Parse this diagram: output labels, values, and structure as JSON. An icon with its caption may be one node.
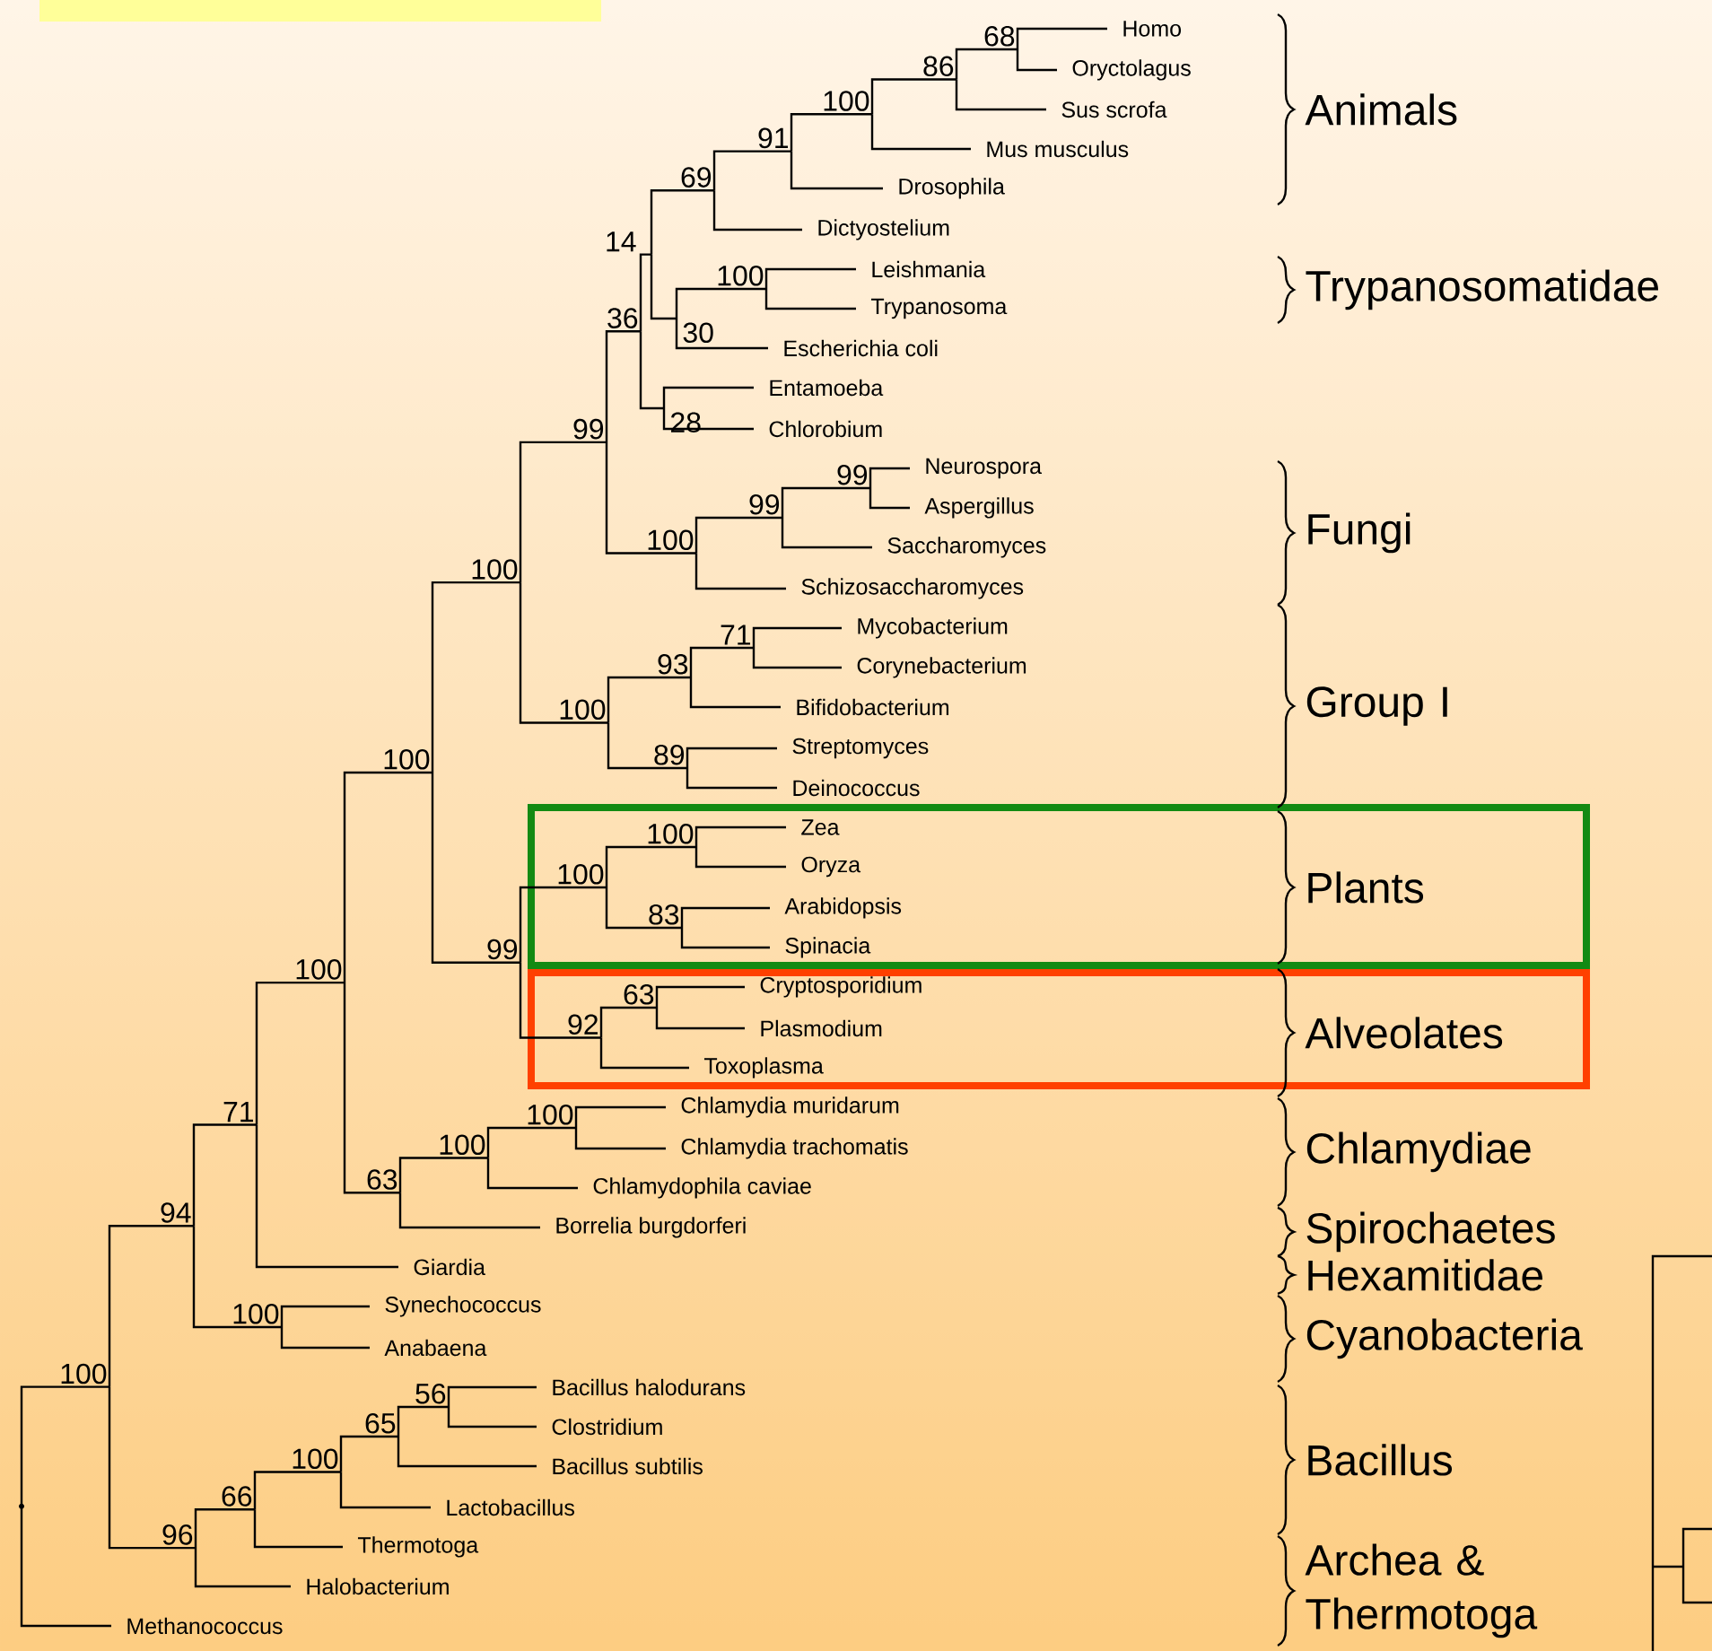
{
  "diagram": {
    "nodes": [
      {
        "text": [
          "Homo"
        ]
      },
      {
        "text": [
          "Oryctolagus"
        ]
      },
      {
        "text": [
          "Sus scrofa"
        ]
      },
      {
        "text": [
          "Mus musculus"
        ]
      },
      {
        "text": [
          "Drosophila"
        ]
      },
      {
        "text": [
          "Dictyostelium"
        ]
      },
      {
        "text": [
          "Leishmania"
        ]
      },
      {
        "text": [
          "Trypanosoma"
        ]
      },
      {
        "text": [
          "Escherichia coli"
        ]
      },
      {
        "text": [
          "Entamoeba"
        ]
      },
      {
        "text": [
          "Chlorobium"
        ]
      },
      {
        "text": [
          "Neurospora"
        ]
      },
      {
        "text": [
          "Aspergillus"
        ]
      },
      {
        "text": [
          "Saccharomyces"
        ]
      },
      {
        "text": [
          "Schizosaccharomyces"
        ]
      },
      {
        "text": [
          "Mycobacterium"
        ]
      },
      {
        "text": [
          "Corynebacterium"
        ]
      },
      {
        "text": [
          "Bifidobacterium"
        ]
      },
      {
        "text": [
          "Streptomyces"
        ]
      },
      {
        "text": [
          "Deinococcus"
        ]
      },
      {
        "text": [
          "Zea"
        ]
      },
      {
        "text": [
          "Oryza"
        ]
      },
      {
        "text": [
          "Arabidopsis"
        ]
      },
      {
        "text": [
          "Spinacia"
        ]
      },
      {
        "text": [
          "Cryptosporidium"
        ]
      },
      {
        "text": [
          "Plasmodium"
        ]
      },
      {
        "text": [
          "Toxoplasma"
        ]
      },
      {
        "text": [
          "Chlamydia muridarum"
        ]
      },
      {
        "text": [
          "Chlamydia trachomatis"
        ]
      },
      {
        "text": [
          "Chlamydophila caviae"
        ]
      },
      {
        "text": [
          "Borrelia burgdorferi"
        ]
      },
      {
        "text": [
          "Giardia"
        ]
      },
      {
        "text": [
          "Synechococcus"
        ]
      },
      {
        "text": [
          "Anabaena"
        ]
      },
      {
        "text": [
          "Bacillus halodurans"
        ]
      },
      {
        "text": [
          "Clostridium"
        ]
      },
      {
        "text": [
          "Bacillus subtilis"
        ]
      },
      {
        "text": [
          "Lactobacillus"
        ]
      },
      {
        "text": [
          "Thermotoga"
        ]
      },
      {
        "text": [
          "Halobacterium"
        ]
      },
      {
        "text": [
          "Methanococcus"
        ]
      },
      {
        "text": [
          "68"
        ]
      },
      {
        "text": [
          "86"
        ]
      },
      {
        "text": [
          "100"
        ]
      },
      {
        "text": [
          "91"
        ]
      },
      {
        "text": [
          "69"
        ]
      },
      {
        "text": [
          "100"
        ]
      },
      {
        "text": [
          "30"
        ]
      },
      {
        "text": [
          "14"
        ]
      },
      {
        "text": [
          "28"
        ]
      },
      {
        "text": [
          "36"
        ]
      },
      {
        "text": [
          "99"
        ]
      },
      {
        "text": [
          "99"
        ]
      },
      {
        "text": [
          "100"
        ]
      },
      {
        "text": [
          "99"
        ]
      },
      {
        "text": [
          "71"
        ]
      },
      {
        "text": [
          "93"
        ]
      },
      {
        "text": [
          "89"
        ]
      },
      {
        "text": [
          "100"
        ]
      },
      {
        "text": [
          "100"
        ]
      },
      {
        "text": [
          "100"
        ]
      },
      {
        "text": [
          "83"
        ]
      },
      {
        "text": [
          "100"
        ]
      },
      {
        "text": [
          "63"
        ]
      },
      {
        "text": [
          "92"
        ]
      },
      {
        "text": [
          "99"
        ]
      },
      {
        "text": [
          "100"
        ]
      },
      {
        "text": [
          "100"
        ]
      },
      {
        "text": [
          "100"
        ]
      },
      {
        "text": [
          "63"
        ]
      },
      {
        "text": [
          "100"
        ]
      },
      {
        "text": [
          "71"
        ]
      },
      {
        "text": [
          "100"
        ]
      },
      {
        "text": [
          "94"
        ]
      },
      {
        "text": [
          "56"
        ]
      },
      {
        "text": [
          "65"
        ]
      },
      {
        "text": [
          "100"
        ]
      },
      {
        "text": [
          "66"
        ]
      },
      {
        "text": [
          "96"
        ]
      },
      {
        "text": [
          "100"
        ]
      },
      {
        "text": [],
        "shape": "dot"
      }
    ],
    "edges": [
      {
        "from": 41,
        "to": 0,
        "arrow": "none"
      },
      {
        "from": 41,
        "to": 1,
        "arrow": "none"
      },
      {
        "from": 42,
        "to": 41,
        "arrow": "none"
      },
      {
        "from": 42,
        "to": 2,
        "arrow": "none"
      },
      {
        "from": 43,
        "to": 42,
        "arrow": "none"
      },
      {
        "from": 43,
        "to": 3,
        "arrow": "none"
      },
      {
        "from": 44,
        "to": 43,
        "arrow": "none"
      },
      {
        "from": 44,
        "to": 4,
        "arrow": "none"
      },
      {
        "from": 45,
        "to": 44,
        "arrow": "none"
      },
      {
        "from": 45,
        "to": 5,
        "arrow": "none"
      },
      {
        "from": 46,
        "to": 6,
        "arrow": "none"
      },
      {
        "from": 46,
        "to": 7,
        "arrow": "none"
      },
      {
        "from": 47,
        "to": 46,
        "arrow": "none"
      },
      {
        "from": 47,
        "to": 8,
        "arrow": "none"
      },
      {
        "from": 48,
        "to": 45,
        "arrow": "none"
      },
      {
        "from": 48,
        "to": 47,
        "arrow": "none"
      },
      {
        "from": 49,
        "to": 9,
        "arrow": "none"
      },
      {
        "from": 49,
        "to": 10,
        "arrow": "none"
      },
      {
        "from": 50,
        "to": 48,
        "arrow": "none"
      },
      {
        "from": 50,
        "to": 49,
        "arrow": "none"
      },
      {
        "from": 51,
        "to": 11,
        "arrow": "none"
      },
      {
        "from": 51,
        "to": 12,
        "arrow": "none"
      },
      {
        "from": 52,
        "to": 51,
        "arrow": "none"
      },
      {
        "from": 52,
        "to": 13,
        "arrow": "none"
      },
      {
        "from": 53,
        "to": 52,
        "arrow": "none"
      },
      {
        "from": 53,
        "to": 14,
        "arrow": "none"
      },
      {
        "from": 54,
        "to": 50,
        "arrow": "none"
      },
      {
        "from": 54,
        "to": 53,
        "arrow": "none"
      },
      {
        "from": 55,
        "to": 15,
        "arrow": "none"
      },
      {
        "from": 55,
        "to": 16,
        "arrow": "none"
      },
      {
        "from": 56,
        "to": 55,
        "arrow": "none"
      },
      {
        "from": 56,
        "to": 17,
        "arrow": "none"
      },
      {
        "from": 57,
        "to": 18,
        "arrow": "none"
      },
      {
        "from": 57,
        "to": 19,
        "arrow": "none"
      },
      {
        "from": 58,
        "to": 56,
        "arrow": "none"
      },
      {
        "from": 58,
        "to": 57,
        "arrow": "none"
      },
      {
        "from": 59,
        "to": 54,
        "arrow": "none"
      },
      {
        "from": 59,
        "to": 58,
        "arrow": "none"
      },
      {
        "from": 60,
        "to": 20,
        "arrow": "none"
      },
      {
        "from": 60,
        "to": 21,
        "arrow": "none"
      },
      {
        "from": 61,
        "to": 22,
        "arrow": "none"
      },
      {
        "from": 61,
        "to": 23,
        "arrow": "none"
      },
      {
        "from": 62,
        "to": 60,
        "arrow": "none"
      },
      {
        "from": 62,
        "to": 61,
        "arrow": "none"
      },
      {
        "from": 63,
        "to": 24,
        "arrow": "none"
      },
      {
        "from": 63,
        "to": 25,
        "arrow": "none"
      },
      {
        "from": 64,
        "to": 63,
        "arrow": "none"
      },
      {
        "from": 64,
        "to": 26,
        "arrow": "none"
      },
      {
        "from": 65,
        "to": 62,
        "arrow": "none"
      },
      {
        "from": 65,
        "to": 64,
        "arrow": "none"
      },
      {
        "from": 66,
        "to": 59,
        "arrow": "none"
      },
      {
        "from": 66,
        "to": 65,
        "arrow": "none"
      },
      {
        "from": 67,
        "to": 27,
        "arrow": "none"
      },
      {
        "from": 67,
        "to": 28,
        "arrow": "none"
      },
      {
        "from": 68,
        "to": 67,
        "arrow": "none"
      },
      {
        "from": 68,
        "to": 29,
        "arrow": "none"
      },
      {
        "from": 69,
        "to": 68,
        "arrow": "none"
      },
      {
        "from": 69,
        "to": 30,
        "arrow": "none"
      },
      {
        "from": 70,
        "to": 66,
        "arrow": "none"
      },
      {
        "from": 70,
        "to": 69,
        "arrow": "none"
      },
      {
        "from": 71,
        "to": 70,
        "arrow": "none"
      },
      {
        "from": 71,
        "to": 31,
        "arrow": "none"
      },
      {
        "from": 72,
        "to": 32,
        "arrow": "none"
      },
      {
        "from": 72,
        "to": 33,
        "arrow": "none"
      },
      {
        "from": 73,
        "to": 71,
        "arrow": "none"
      },
      {
        "from": 73,
        "to": 72,
        "arrow": "none"
      },
      {
        "from": 74,
        "to": 34,
        "arrow": "none"
      },
      {
        "from": 74,
        "to": 35,
        "arrow": "none"
      },
      {
        "from": 75,
        "to": 74,
        "arrow": "none"
      },
      {
        "from": 75,
        "to": 36,
        "arrow": "none"
      },
      {
        "from": 76,
        "to": 75,
        "arrow": "none"
      },
      {
        "from": 76,
        "to": 37,
        "arrow": "none"
      },
      {
        "from": 77,
        "to": 76,
        "arrow": "none"
      },
      {
        "from": 77,
        "to": 38,
        "arrow": "none"
      },
      {
        "from": 78,
        "to": 77,
        "arrow": "none"
      },
      {
        "from": 78,
        "to": 39,
        "arrow": "none"
      },
      {
        "from": 79,
        "to": 73,
        "arrow": "none"
      },
      {
        "from": 79,
        "to": 78,
        "arrow": "none"
      },
      {
        "from": 80,
        "to": 79,
        "arrow": "none"
      },
      {
        "from": 80,
        "to": 40,
        "arrow": "none"
      }
    ],
    "labels": [
      "Animals",
      "Trypanosomatidae",
      "Fungi",
      "Group I",
      "Plants",
      "Alveolates",
      "Chlamydiae",
      "Spirochaetes",
      "Hexamitidae",
      "Cyanobacteria",
      "Bacillus",
      "Archea & Thermotoga"
    ]
  }
}
